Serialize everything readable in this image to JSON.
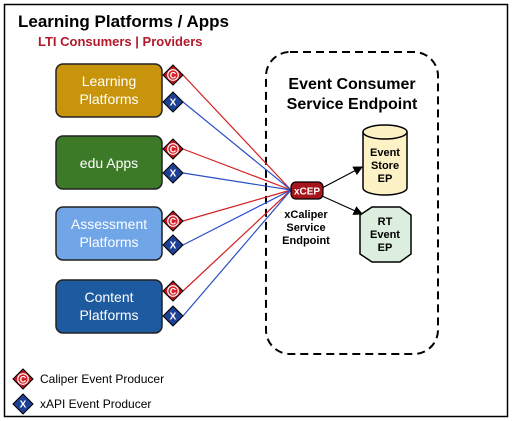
{
  "header": {
    "title": "Learning Platforms / Apps",
    "subtitle": "LTI Consumers | Providers"
  },
  "platforms": [
    {
      "label_line1": "Learning",
      "label_line2": "Platforms",
      "fill": "#c8940c"
    },
    {
      "label_line1": "edu Apps",
      "label_line2": "",
      "fill": "#3d7a28"
    },
    {
      "label_line1": "Assessment",
      "label_line2": "Platforms",
      "fill": "#70a5e8"
    },
    {
      "label_line1": "Content",
      "label_line2": "Platforms",
      "fill": "#1e5aa0"
    }
  ],
  "badges": {
    "caliper_letter": "C",
    "xapi_letter": "X"
  },
  "event_consumer": {
    "title_line1": "Event Consumer",
    "title_line2": "Service Endpoint"
  },
  "xcep": {
    "badge_label": "xCEP",
    "caption": "xCaliper Service Endpoint"
  },
  "event_store": {
    "line1": "Event",
    "line2": "Store",
    "line3": "EP",
    "fill": "#fdf1c6"
  },
  "rt_event": {
    "line1": "RT",
    "line2": "Event",
    "line3": "EP",
    "fill": "#dceedd"
  },
  "legend": {
    "caliper_label": "Caliper Event Producer",
    "xapi_label": "xAPI Event Producer"
  },
  "colors": {
    "caliper": "#c0141e",
    "xapi": "#1d3f94",
    "caliper_line": "#d42020",
    "xapi_line": "#2a4fc4",
    "xcep": "#a6141c"
  }
}
